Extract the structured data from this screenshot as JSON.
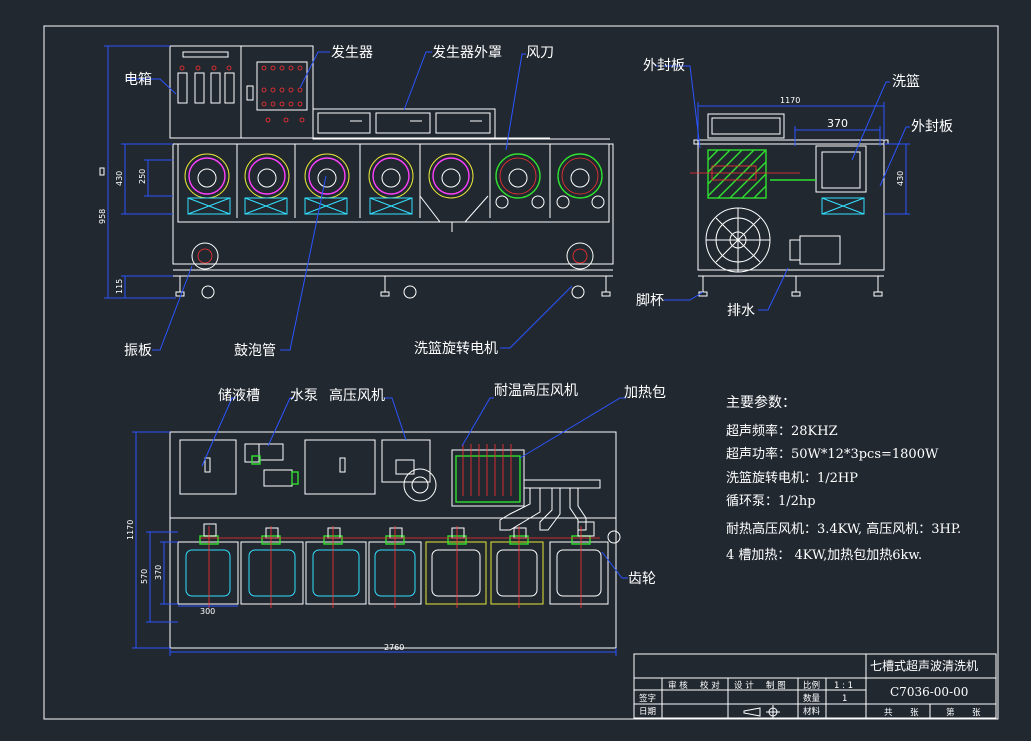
{
  "labels": {
    "dianxiang": "电箱",
    "fashengqi": "发生器",
    "fashengqi_waizhao": "发生器外罩",
    "fengdao": "风刀",
    "waifengban_top": "外封板",
    "xilan": "洗篮",
    "waifengban_right": "外封板",
    "zhenban": "振板",
    "gupaoguan": "鼓泡管",
    "xilan_dianji": "洗篮旋转电机",
    "jiaobei": "脚杯",
    "paishui": "排水",
    "chuyecao": "储液槽",
    "shuibeng": "水泵",
    "gaoya_fengji": "高压风机",
    "naiwen_fengji": "耐温高压风机",
    "jiarebao": "加热包",
    "chilun": "齿轮"
  },
  "dimensions": {
    "d1170_side": "1170",
    "d370_side": "370",
    "d430_side": "430",
    "d430_front": "430",
    "d250_front": "250",
    "d958_front": "958",
    "d115_front": "115",
    "d1170_plan": "1170",
    "d570_plan": "570",
    "d370_plan": "370",
    "d300_plan": "300",
    "d2760_plan": "2760"
  },
  "specs": {
    "title": "主要参数：",
    "freq": "超声频率：28KHZ",
    "power": "超声功率：50W*12*3pcs=1800W",
    "motor": "洗篮旋转电机：1/2HP",
    "pump": "循环泵：1/2hp",
    "blower": "耐热高压风机：3.4KW, 高压风机：3HP.",
    "heat": "4 槽加热：  4KW,加热包加热6kw."
  },
  "title_block": {
    "machine_name": "七槽式超声波清洗机",
    "drawing_no": "C7036-00-00",
    "shenhe": "审 核",
    "jiaodui": "校 对",
    "sheji": "设 计",
    "zhitu": "制 图",
    "bili_label": "比例",
    "bili_value": "1 : 1",
    "shuliang_label": "数量",
    "shuliang_value": "1",
    "cailiao_label": "材料",
    "qianzi": "签字",
    "riqi": "日期",
    "gong": "共",
    "zhang1": "张",
    "di": "第",
    "zhang2": "张"
  }
}
